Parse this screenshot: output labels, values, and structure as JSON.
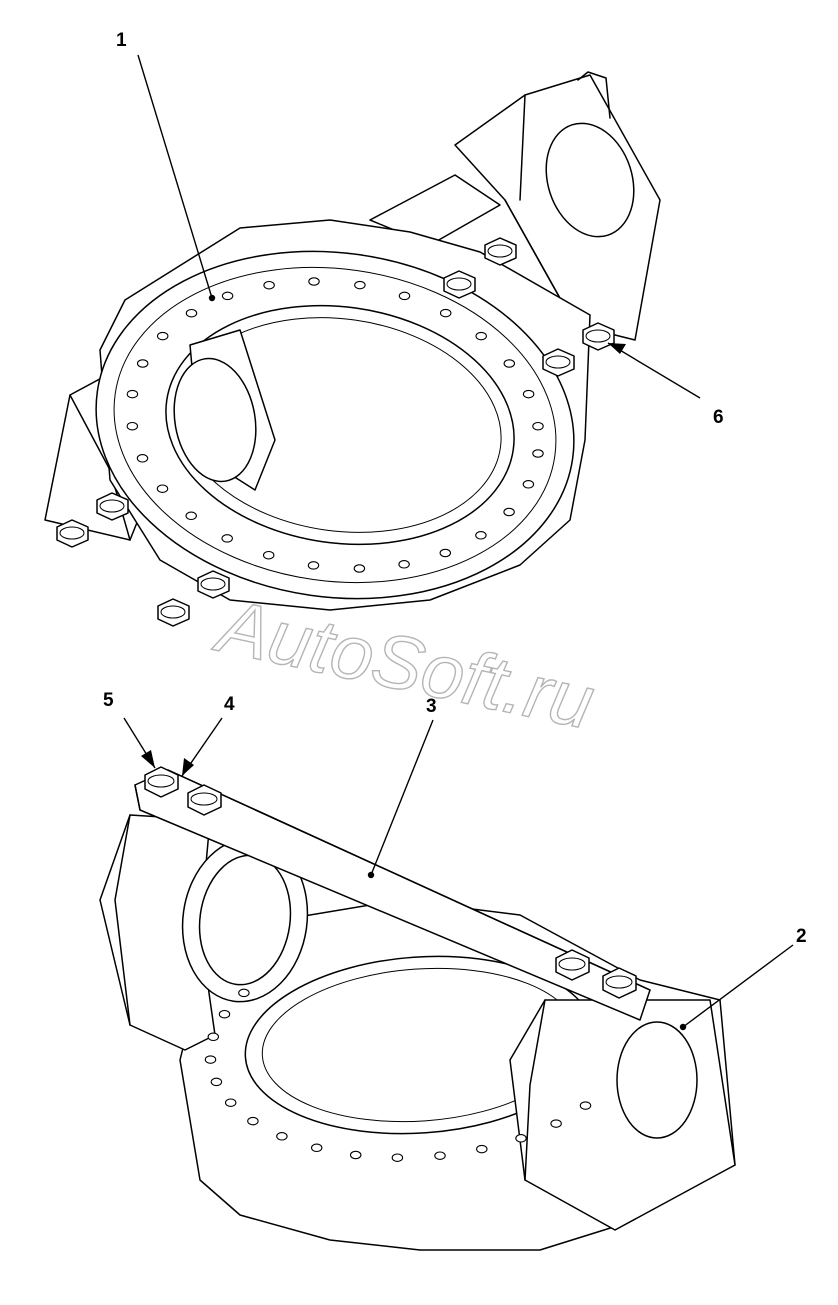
{
  "watermark": "AutoSoft.ru",
  "callouts": [
    {
      "id": "1",
      "label": "1"
    },
    {
      "id": "2",
      "label": "2"
    },
    {
      "id": "3",
      "label": "3"
    },
    {
      "id": "4",
      "label": "4"
    },
    {
      "id": "5",
      "label": "5"
    },
    {
      "id": "6",
      "label": "6"
    }
  ],
  "colors": {
    "line": "#000000",
    "background": "#ffffff",
    "watermark": "#b5b5b5"
  }
}
